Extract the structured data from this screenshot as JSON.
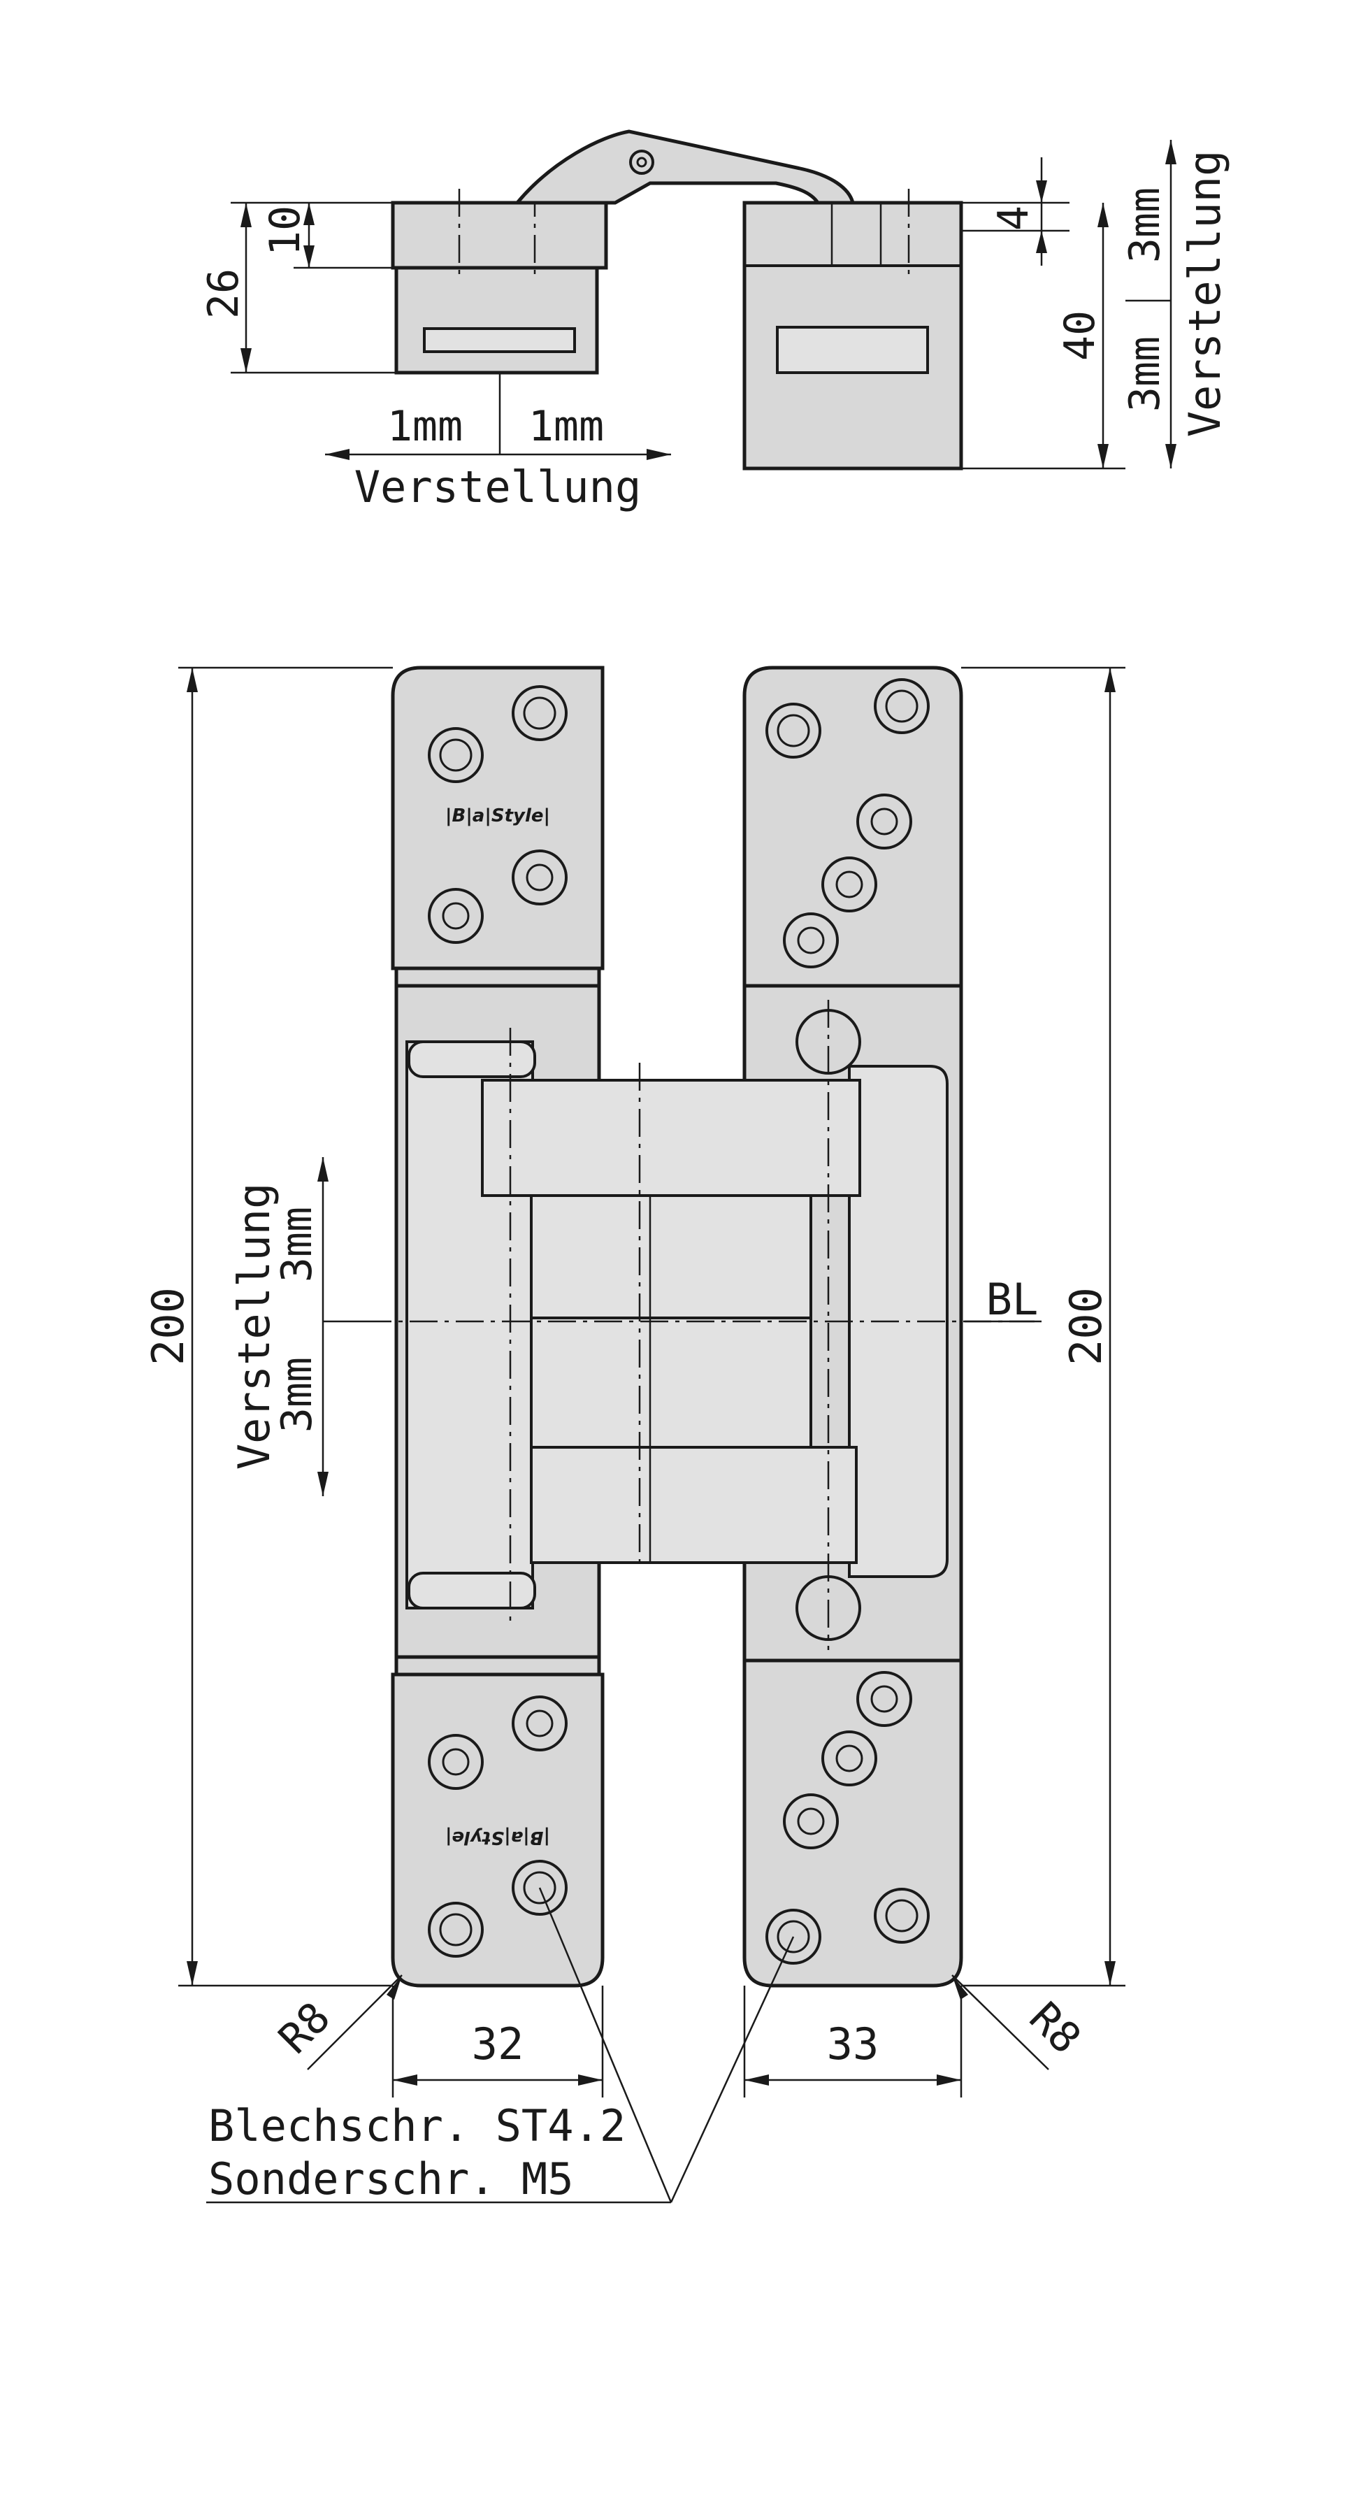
{
  "top_view": {
    "dim_26": "26",
    "dim_10": "10",
    "dim_4": "4",
    "dim_40": "40",
    "lateral_left": "1mm",
    "lateral_right": "1mm",
    "lateral_label": "Verstellung",
    "vertical_up": "3mm",
    "vertical_down": "3mm",
    "vertical_label": "Verstellung"
  },
  "front_view": {
    "height_left": "200",
    "height_right": "200",
    "adjust_label": "Verstellung",
    "adjust_up": "3mm",
    "adjust_down": "3mm",
    "baseline_label": "BL",
    "width_left": "32",
    "width_right": "33",
    "radius_left": "R8",
    "radius_right": "R8",
    "screw_line1": "Blechschr. ST4.2",
    "screw_line2": "Sonderschr. M5",
    "logo_text": "|B|a|Style|"
  }
}
